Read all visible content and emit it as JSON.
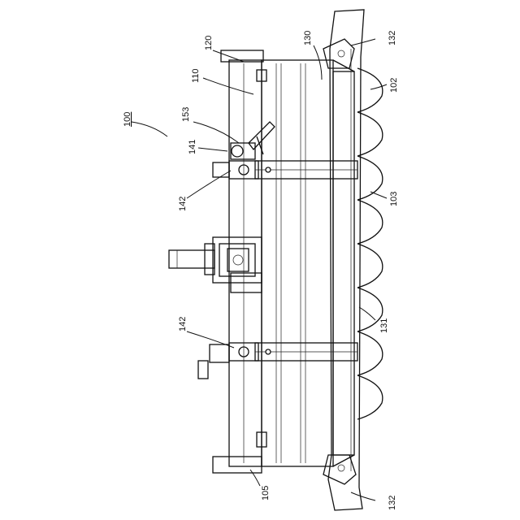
{
  "figure": {
    "labels": {
      "ref_100": "100",
      "ref_102": "102",
      "ref_103": "103",
      "ref_105": "105",
      "ref_110": "110",
      "ref_120": "120",
      "ref_130": "130",
      "ref_131": "131",
      "ref_132_top": "132",
      "ref_132_bottom": "132",
      "ref_141": "141",
      "ref_142_upper": "142",
      "ref_142_lower": "142",
      "ref_153": "153"
    },
    "blade_count": 8
  }
}
